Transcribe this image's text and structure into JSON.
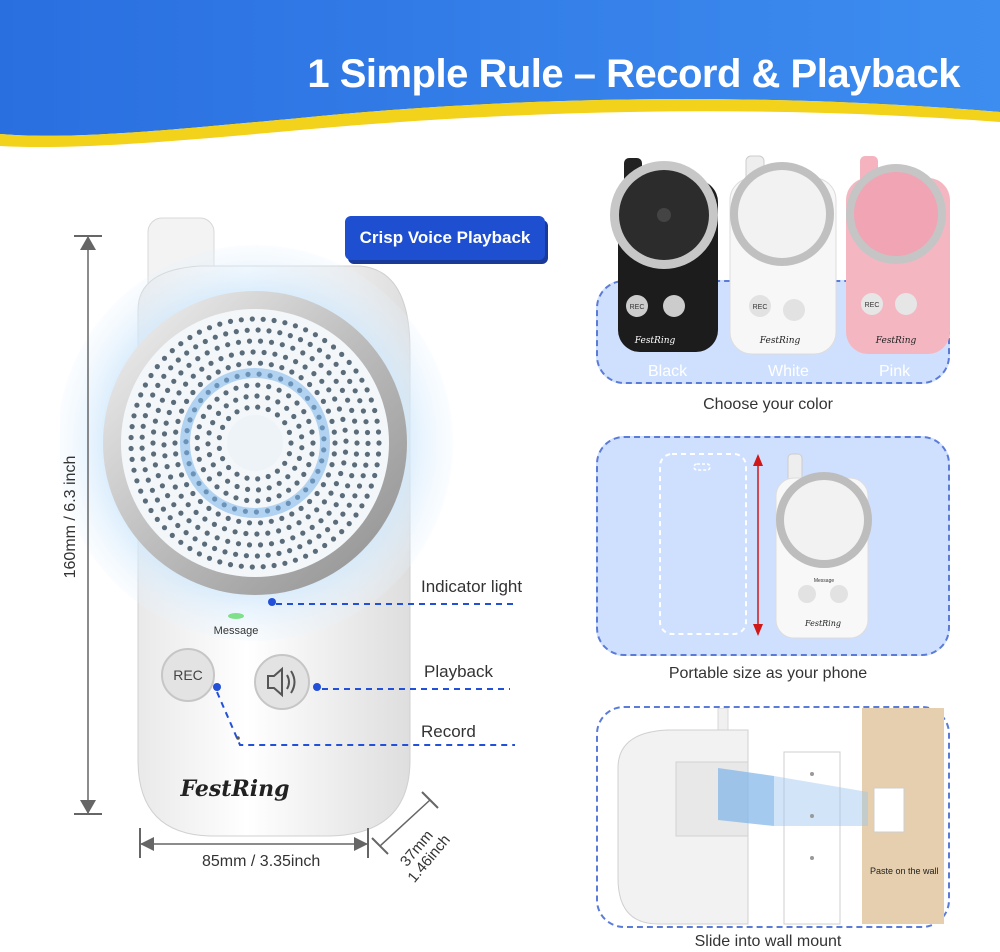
{
  "header": {
    "title": "1 Simple Rule  –  Record & Playback",
    "bg_color": "#2f7be8",
    "stripe_color": "#f2d21a"
  },
  "badge": {
    "label": "Crisp Voice Playback"
  },
  "device": {
    "message_label": "Message",
    "rec_label": "REC",
    "brand": "FestRing",
    "speaker_icon": "speaker-icon"
  },
  "dimensions": {
    "height": "160mm / 6.3 inch",
    "width": "85mm / 3.35inch",
    "depth_line1": "37mm",
    "depth_line2": "1.46inch"
  },
  "callouts": {
    "indicator": "Indicator light",
    "playback": "Playback",
    "record": "Record"
  },
  "colors_panel": {
    "options": [
      "Black",
      "White",
      "Pink"
    ],
    "caption": "Choose your color"
  },
  "size_panel": {
    "caption": "Portable size as your phone"
  },
  "mount_panel": {
    "wall_label": "Paste on the wall",
    "caption": "Slide into wall mount"
  }
}
